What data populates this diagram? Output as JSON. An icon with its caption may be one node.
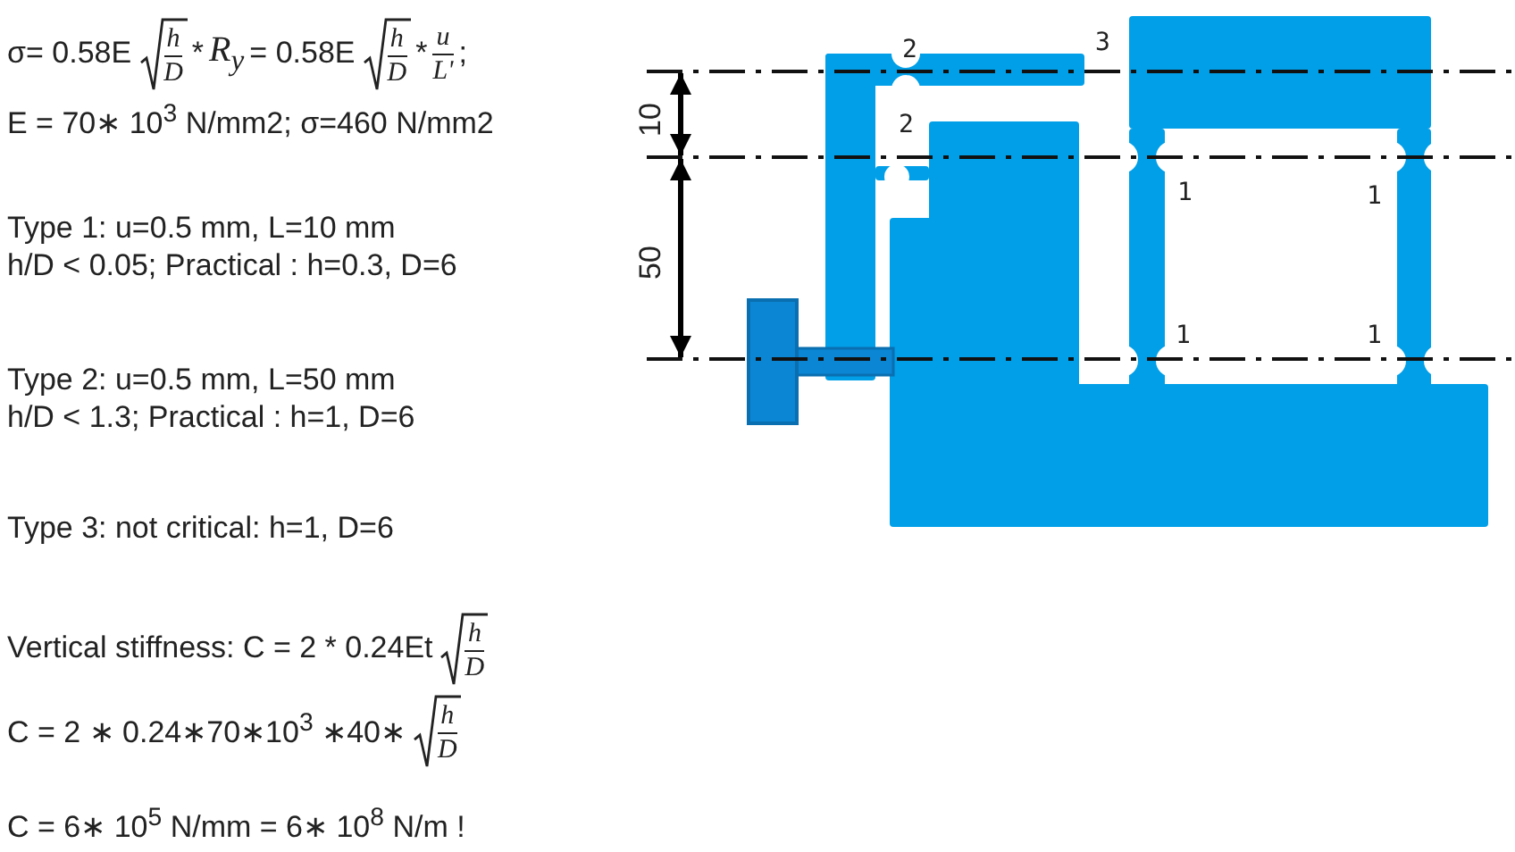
{
  "diagram": {
    "labels": [
      "σ= 0.58E",
      "h",
      "D",
      "*",
      "R$_{y}$",
      "= 0.58E",
      "h",
      "D",
      "*",
      "u",
      "L'",
      ";",
      "E = 70∗ 10$^{3}$ N/mm2; σ=460 N/mm2",
      "Type 1: u=0.5 mm, L=10 mm",
      "h/D < 0.05; Practical : h=0.3, D=6",
      "Type 2: u=0.5 mm, L=50 mm",
      "h/D < 1.3; Practical : h=1, D=6",
      "Type 3: not critical: h=1, D=6",
      "Vertical stiffness: C = 2 * 0.24Et",
      "h",
      "D",
      "C = 2 ∗ 0.24∗70∗10$^{3}$ ∗40∗",
      "h",
      "D",
      "C = 6∗ 10$^{5}$ N/mm = 6∗ 10$^{8}$ N/m !",
      "10",
      "50",
      "2",
      "3",
      "2",
      "1",
      "1",
      "1",
      "1"
    ]
  }
}
